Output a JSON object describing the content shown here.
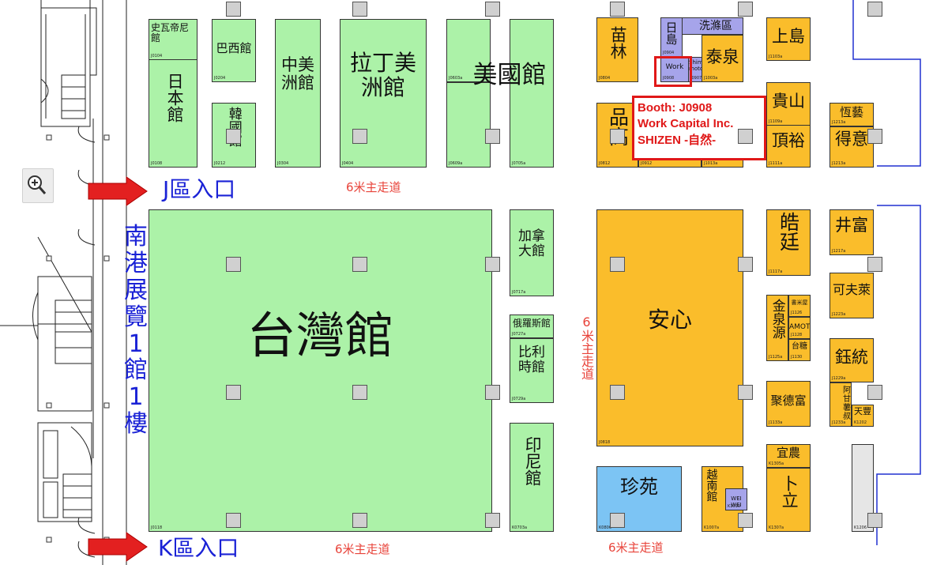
{
  "entrances": {
    "j": "J區入口",
    "k": "K區入口"
  },
  "hall": {
    "chars": [
      "南",
      "港",
      "展",
      "覽",
      "1",
      "館",
      "1",
      "樓"
    ]
  },
  "aisles": {
    "top": "6米主走道",
    "bottom_left": "6米主走道",
    "bottom_right": "6米主走道",
    "vertical": "6米主走道"
  },
  "booth_label": {
    "line1": "Booth: J0908",
    "line2": "Work Capital Inc.",
    "line3": "SHIZEN -自然-"
  },
  "booths": {
    "swahili": "史瓦帝尼館",
    "swahili_id": "J0104",
    "japan": "日本館",
    "japan_id": "J0108",
    "brazil": "巴西館",
    "brazil_id": "J0204",
    "korea": "韓國館",
    "korea_id": "J0212",
    "central_america": "中美洲館",
    "central_america_id": "J0304",
    "latin_america": "拉丁美洲館",
    "latin_america_id": "J0404",
    "usa": "美國館",
    "usa_id1": "J0603a",
    "usa_id2": "J0609a",
    "usa_id3": "J0705a",
    "taiwan": "台灣館",
    "taiwan_id": "J0118",
    "canada": "加拿大館",
    "canada_id": "J0717a",
    "russia": "俄羅斯館",
    "russia_id": "J0727a",
    "belgium": "比利時館",
    "belgium_id": "J0729a",
    "indonesia": "印尼館",
    "indonesia_id": "K0703a",
    "miaolin": "苗林",
    "miaolin_id": "J0804",
    "nichijima": "日島",
    "nichijima_id": "J0904",
    "washing": "洗滌區",
    "work": "Work",
    "work_id": "J0908",
    "shimomoto": "Shimo moto",
    "shimomoto_id": "J0907",
    "taiquan": "泰泉",
    "taiquan_id": "J1003a",
    "pingao": "品高",
    "pingao_id": "J0812",
    "pingao_id2": "J0912",
    "j1013": "J1013a",
    "shangdao": "上島",
    "shangdao_id": "J1103a",
    "guishan": "貴山",
    "guishan_id": "J1109a",
    "dingyu": "頂裕",
    "dingyu_id": "J1111a",
    "hengyi": "恆藝",
    "hengyi_id": "J1213a",
    "deyi": "得意",
    "deyi_id": "J1213a",
    "anxin": "安心",
    "anxin_id": "J0818",
    "haoting": "皓廷",
    "haoting_id": "J1117a",
    "jingfu": "井富",
    "jingfu_id": "J1217a",
    "kefulai": "可夫萊",
    "kefulai_id": "J1223a",
    "jinquanyuan": "金泉源",
    "jinquanyuan_id": "J1125a",
    "shumiwu": "書米屋",
    "shumiwu_id": "J1126",
    "amot": "AMOT",
    "amot_id": "J1128",
    "taitang": "台糖",
    "taitang_id": "J1130",
    "yutong": "鈺統",
    "yutong_id": "J1229a",
    "adi": "阿甘薯叔",
    "adi_id": "J1233a",
    "tianfeng": "天豐",
    "tianfeng_id": "K1202",
    "judefu": "聚德富",
    "judefu_id": "J1133a",
    "yinong": "宜農",
    "yinong_id": "K1305a",
    "buli": "卜立",
    "buli_id": "K1307a",
    "zhenyuan": "珍苑",
    "zhenyuan_id": "K0806",
    "vietnam": "越南館",
    "vietnam_id": "K1007a",
    "weiwei": "WEI WEI",
    "weiwei_id": "K1010",
    "k1206": "K1206"
  },
  "colors": {
    "green": "#acf2a8",
    "orange": "#fabd2b",
    "blue": "#7cc4f4",
    "purple": "#a6a4ea",
    "entrance_blue": "#1a22d6",
    "aisle_red": "#e8433a",
    "highlight_red": "#e01818"
  }
}
